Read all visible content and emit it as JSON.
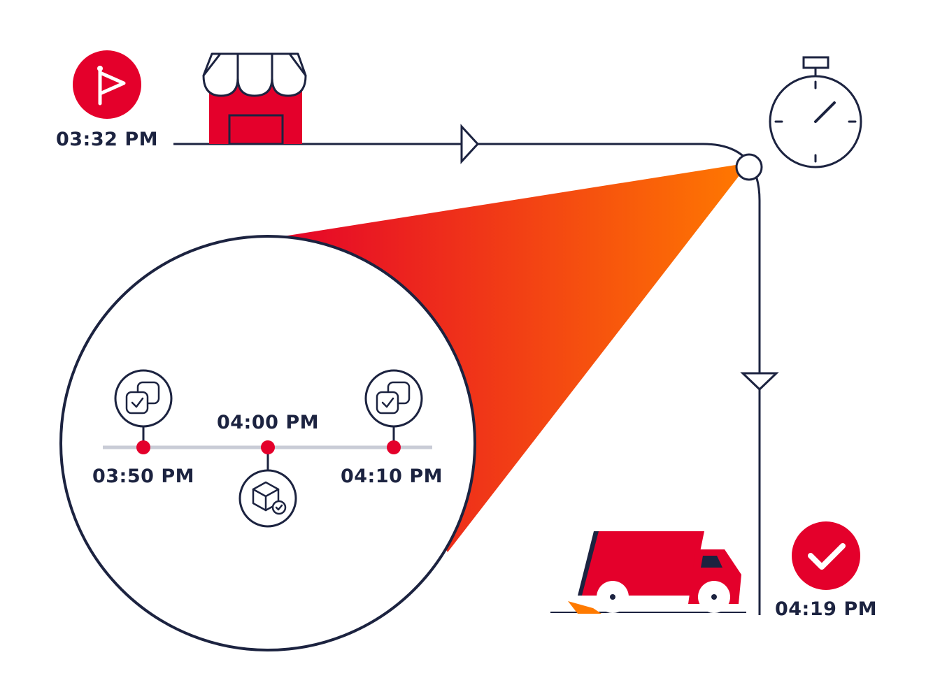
{
  "colors": {
    "navy": "#1c2340",
    "red": "#e4002b",
    "orange": "#ff7a00",
    "gray": "#c9ccd6"
  },
  "start": {
    "icon": "flag-icon",
    "time": "03:32 PM"
  },
  "origin": {
    "icon": "storefront-icon"
  },
  "timer": {
    "icon": "stopwatch-icon"
  },
  "zoom": {
    "events": [
      {
        "time": "03:50 PM",
        "icon": "layers-check-icon"
      },
      {
        "time": "04:00 PM",
        "icon": "package-check-icon"
      },
      {
        "time": "04:10 PM",
        "icon": "layers-check-icon"
      }
    ]
  },
  "end": {
    "icon": "checkmark-icon",
    "time": "04:19 PM",
    "vehicle": "delivery-truck-icon"
  }
}
